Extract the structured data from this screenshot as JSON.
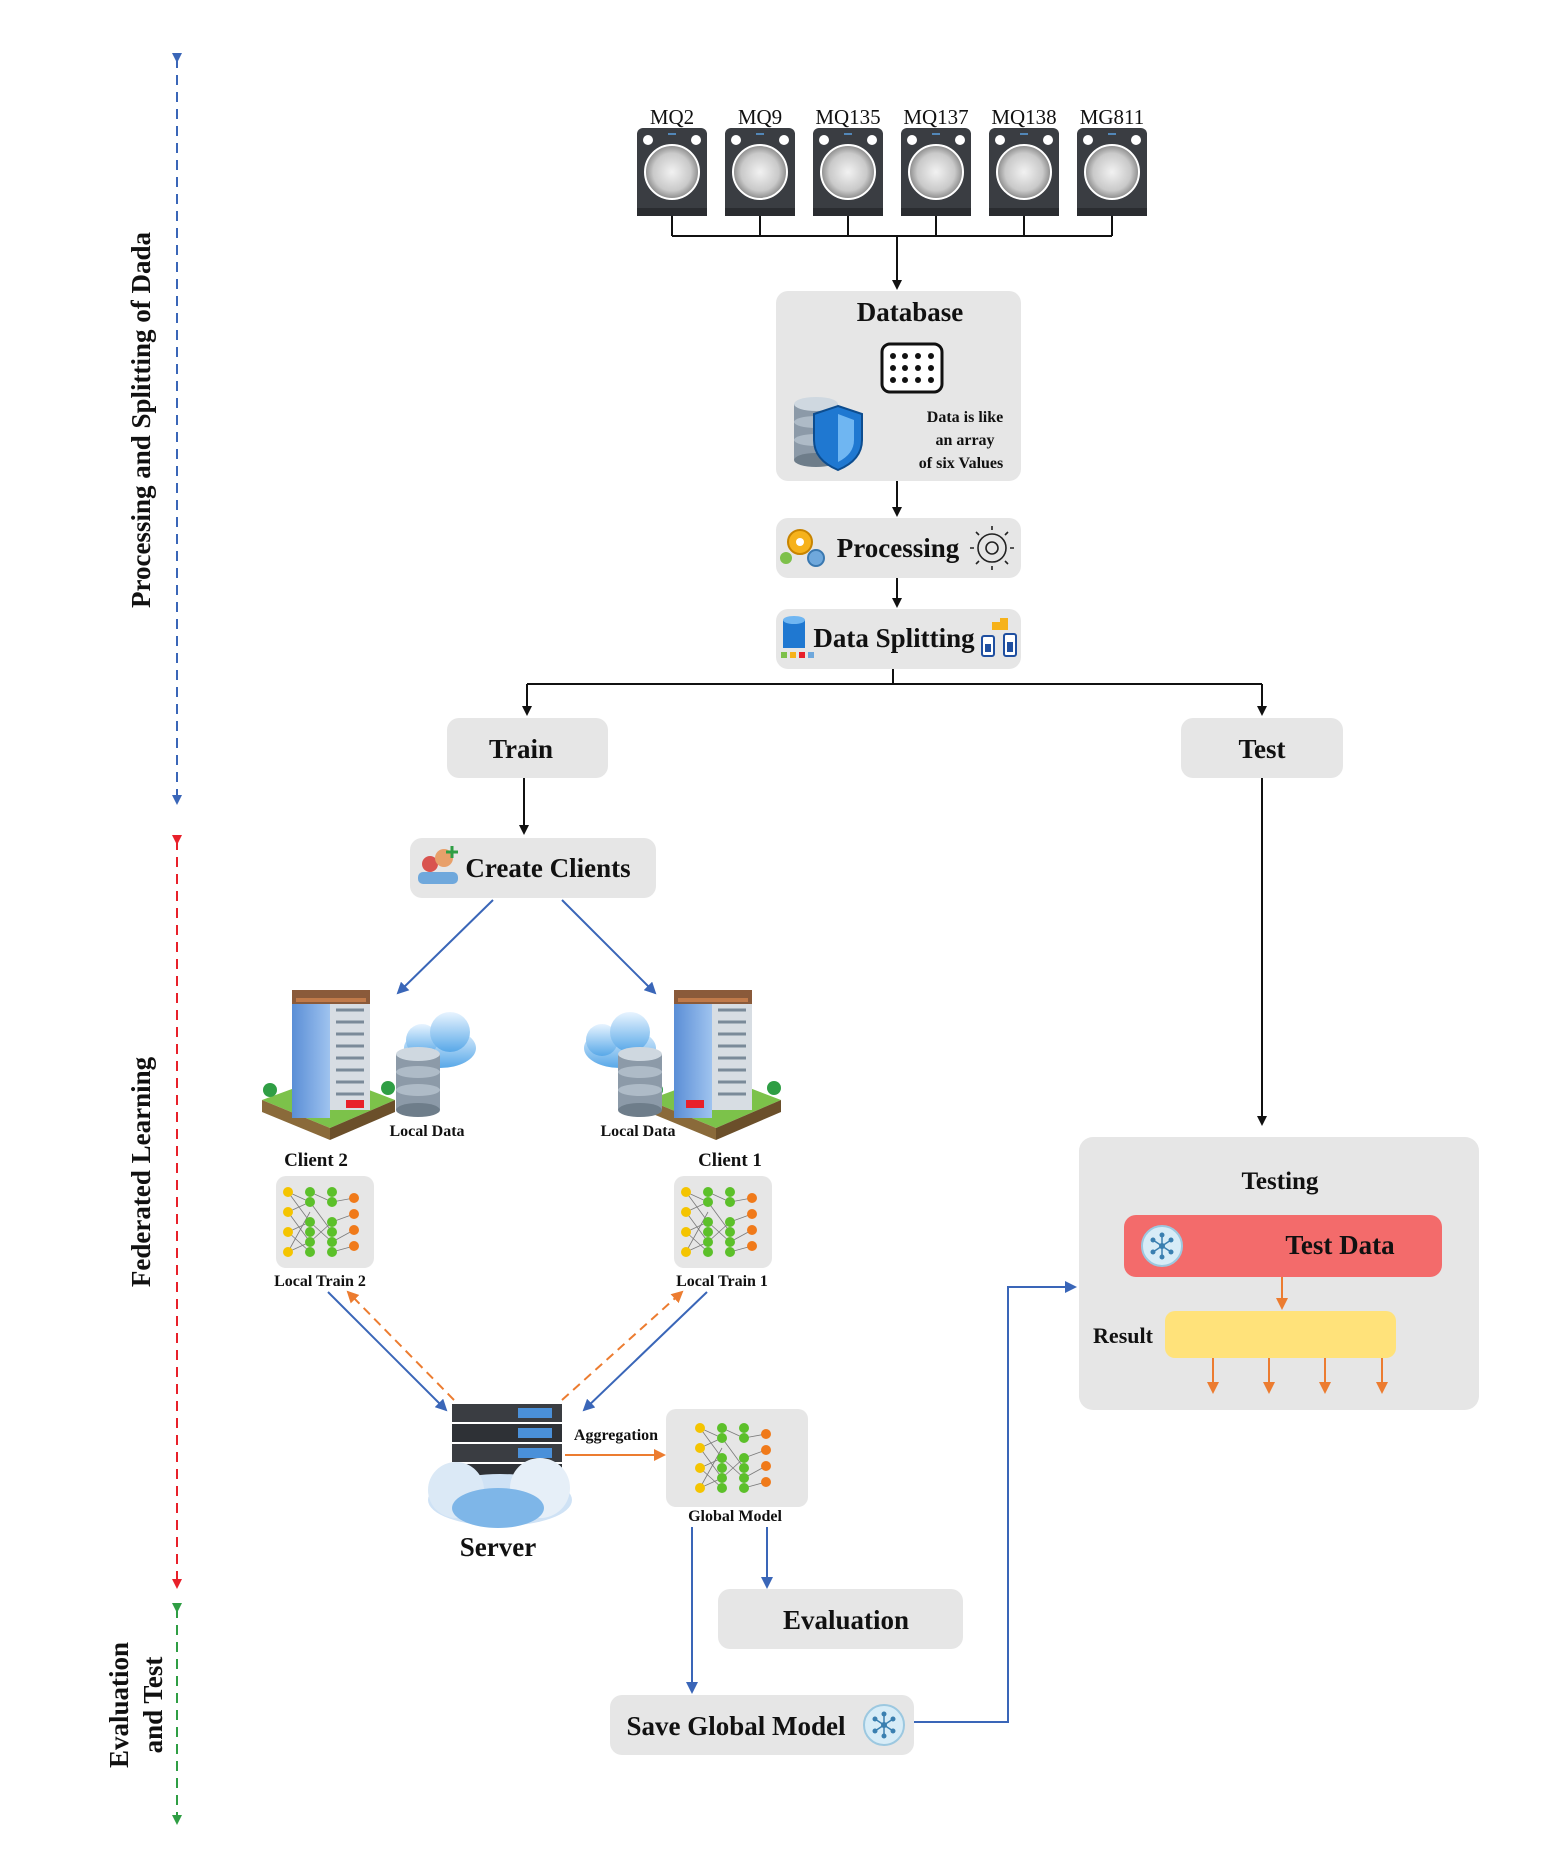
{
  "sidebar": {
    "phase1": "Processing and Splitting of Dada",
    "phase2": "Federated Learning",
    "phase3_line1": "Evaluation",
    "phase3_line2": "and Test"
  },
  "sensors": [
    "MQ2",
    "MQ9",
    "MQ135",
    "MQ137",
    "MQ138",
    "MG811"
  ],
  "database": {
    "title": "Database",
    "note_line1": "Data is like",
    "note_line2": "an array",
    "note_line3": "of six Values"
  },
  "processing": "Processing",
  "data_splitting": "Data Splitting",
  "train": "Train",
  "test": "Test",
  "create_clients": "Create Clients",
  "client2": {
    "name": "Client 2",
    "local_data": "Local Data",
    "local_train": "Local Train 2"
  },
  "client1": {
    "name": "Client 1",
    "local_data": "Local Data",
    "local_train": "Local Train 1"
  },
  "server": "Server",
  "aggregation": "Aggregation",
  "global_model": "Global Model",
  "evaluation": "Evaluation",
  "save_global_model": "Save Global Model",
  "testing": {
    "title": "Testing",
    "test_data": "Test Data",
    "result": "Result"
  },
  "colors": {
    "box_fill": "#e6e6e6",
    "blue_arrow": "#3a66b8",
    "orange_arrow": "#ec7c30",
    "red_dash": "#e8202a",
    "green_dash": "#2f9e44",
    "test_data_fill": "#f36b6b",
    "result_fill": "#ffe27a"
  }
}
